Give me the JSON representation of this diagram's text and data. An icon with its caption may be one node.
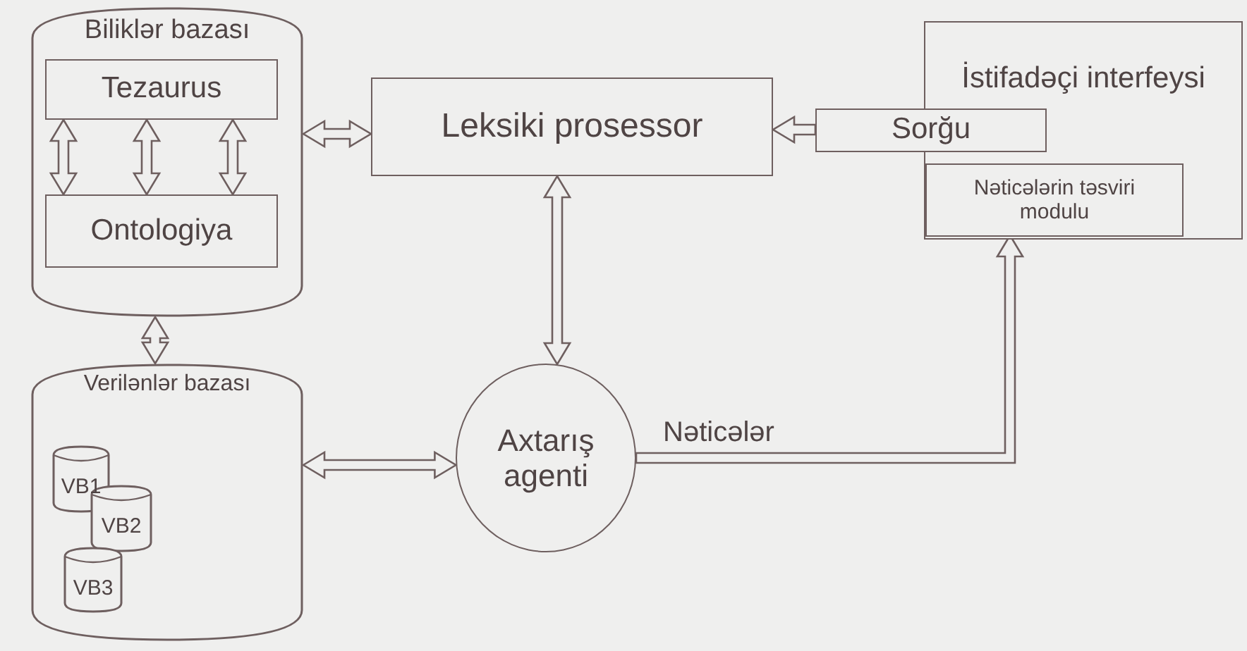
{
  "diagram": {
    "nodes": [
      {
        "text": [
          "Biliklər bazası"
        ]
      },
      {
        "text": [
          "Tezaurus"
        ],
        "in": 0
      },
      {
        "text": [
          "Ontologiya"
        ],
        "in": 0
      },
      {
        "text": [
          "Leksiki prosessor"
        ]
      },
      {
        "text": [
          "İstifadəçi interfeysi"
        ]
      },
      {
        "text": [
          "Sorğu"
        ]
      },
      {
        "text": [
          "Nəticələrin təsviri modulu"
        ],
        "in": 4
      },
      {
        "text": [
          "Verilənlər bazası"
        ]
      },
      {
        "text": [
          "VB1"
        ],
        "in": 7
      },
      {
        "text": [
          "VB2"
        ],
        "in": 7
      },
      {
        "text": [
          "VB3"
        ],
        "in": 7
      },
      {
        "text": [
          "Axtarış agenti"
        ]
      }
    ],
    "edges": [
      {
        "from": 1,
        "to": 2,
        "arrow": "both"
      },
      {
        "from": 1,
        "to": 2,
        "arrow": "both"
      },
      {
        "from": 1,
        "to": 2,
        "arrow": "both"
      },
      {
        "from": 0,
        "to": 3,
        "arrow": "both"
      },
      {
        "from": 0,
        "to": 7,
        "arrow": "both"
      },
      {
        "from": 3,
        "to": 11,
        "arrow": "both"
      },
      {
        "from": 7,
        "to": 11,
        "arrow": "both"
      },
      {
        "from": 5,
        "to": 3,
        "arrow": "to"
      },
      {
        "from": 11,
        "to": 6,
        "arrow": "to",
        "label": "Nəticələr"
      }
    ]
  }
}
